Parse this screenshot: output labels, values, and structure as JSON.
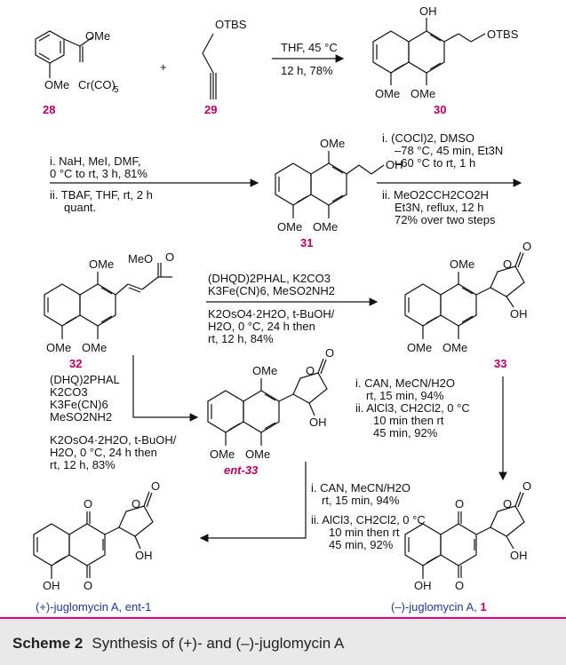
{
  "caption": {
    "label": "Scheme 2",
    "text": "Synthesis of (+)- and (–)-juglomycin A"
  },
  "compounds": {
    "c28": {
      "label": "28",
      "ome": "OMe",
      "ome2": "OMe",
      "cr": "Cr(CO)",
      "cr_sub": "5"
    },
    "c29": {
      "label": "29",
      "otbs": "OTBS"
    },
    "c30": {
      "label": "30",
      "oh": "OH",
      "otbs": "OTBS",
      "ome_a": "OMe",
      "ome_b": "OMe"
    },
    "c31": {
      "label": "31",
      "ome_top": "OMe",
      "oh": "OH",
      "ome_a": "OMe",
      "ome_b": "OMe"
    },
    "c32": {
      "label": "32",
      "ome_top": "OMe",
      "meo": "MeO",
      "o": "O",
      "ome_a": "OMe",
      "ome_b": "OMe"
    },
    "c33": {
      "label": "33",
      "ome_top": "OMe",
      "o_ring": "O",
      "o_carb": "O",
      "oh": "OH",
      "ome_a": "OMe",
      "ome_b": "OMe"
    },
    "cent33": {
      "label": "ent-33",
      "ome_top": "OMe",
      "o_ring": "O",
      "o_carb": "O",
      "oh": "OH",
      "ome_a": "OMe",
      "ome_b": "OMe"
    },
    "cplus1": {
      "name": "(+)-juglomycin A, ent-1",
      "o_top": "O",
      "o_bot": "O",
      "o_ring": "O",
      "o_carb": "O",
      "oh": "OH",
      "oh_bot": "OH"
    },
    "cminus1": {
      "name": "(–)-juglomycin A, ",
      "label": "1",
      "o_top": "O",
      "o_bot": "O",
      "o_ring": "O",
      "o_carb": "O",
      "oh": "OH",
      "oh_bot": "OH"
    }
  },
  "plus_sign": "+",
  "conditions": {
    "step1": [
      "THF, 45 °C",
      "12 h, 78%"
    ],
    "step2": [
      "i. NaH, MeI, DMF,",
      "0 °C to rt, 3 h, 81%",
      "ii. TBAF, THF, rt, 2 h",
      "quant."
    ],
    "step3": [
      "i. (COCl)2, DMSO",
      "–78 °C, 45 min, Et3N",
      "–60 °C to rt, 1 h",
      "ii. MeO2CCH2CO2H",
      "Et3N, reflux, 12 h",
      "72% over two steps"
    ],
    "step4": [
      "(DHQD)2PHAL, K2CO3",
      "K3Fe(CN)6, MeSO2NH2",
      "K2OsO4·2H2O, t-BuOH/",
      "H2O, 0 °C, 24 h then",
      "rt, 12 h, 84%"
    ],
    "step5": [
      "(DHQ)2PHAL",
      "K2CO3",
      "K3Fe(CN)6",
      "MeSO2NH2",
      "K2OsO4·2H2O, t-BuOH/",
      "H2O, 0 °C, 24 h then",
      "rt, 12 h, 83%"
    ],
    "step6": [
      "i. CAN, MeCN/H2O",
      "rt, 15 min, 94%",
      "ii. AlCl3, CH2Cl2, 0 °C",
      "10 min then rt",
      "45 min, 92%"
    ],
    "step7": [
      "i. CAN, MeCN/H2O",
      "rt, 15 min, 94%",
      "ii. AlCl3, CH2Cl2, 0 °C",
      "10 min then rt",
      "45 min, 92%"
    ]
  }
}
